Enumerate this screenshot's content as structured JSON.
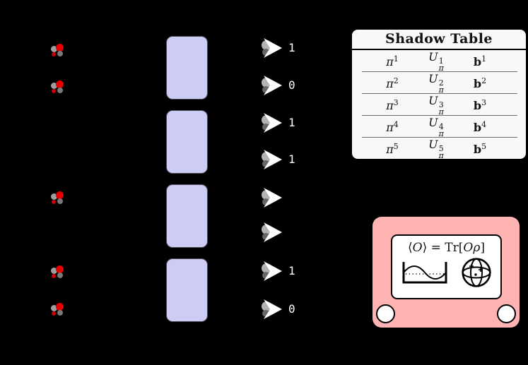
{
  "canvas": {
    "background": "#000000"
  },
  "inputs": {
    "count": 5,
    "molecule_red": "#e60000",
    "molecule_gray": "#9e9e9e"
  },
  "unitary_blocks": {
    "count": 4,
    "fill": "#ccccf5"
  },
  "measurements": {
    "bits": [
      "1",
      "0",
      "1",
      "1",
      "",
      "",
      "1",
      "0"
    ],
    "bit_color": "#ffffff"
  },
  "shadow_table": {
    "title": "Shadow Table",
    "background": "#f8f8f8",
    "rows": [
      {
        "pi": "π",
        "pi_sup": "1",
        "u": "U",
        "u_sub": "π",
        "u_sup": "1",
        "b": "b",
        "b_sup": "1"
      },
      {
        "pi": "π",
        "pi_sup": "2",
        "u": "U",
        "u_sub": "π",
        "u_sup": "2",
        "b": "b",
        "b_sup": "2"
      },
      {
        "pi": "π",
        "pi_sup": "3",
        "u": "U",
        "u_sub": "π",
        "u_sup": "3",
        "b": "b",
        "b_sup": "3"
      },
      {
        "pi": "π",
        "pi_sup": "4",
        "u": "U",
        "u_sub": "π",
        "u_sup": "4",
        "b": "b",
        "b_sup": "4"
      },
      {
        "pi": "π",
        "pi_sup": "5",
        "u": "U",
        "u_sub": "π",
        "u_sup": "5",
        "b": "b",
        "b_sup": "5"
      }
    ]
  },
  "machine": {
    "body_color": "#ffb3b3",
    "screen_color": "#ffffff",
    "formula": {
      "open": "⟨",
      "observable": "O",
      "close": "⟩",
      "equals": " = ",
      "trace_open": "Tr[",
      "observable2": "O",
      "rho": "ρ",
      "bracket_close": "]"
    },
    "icons": {
      "left": "wavefunction-well-icon",
      "right": "bloch-sphere-icon"
    }
  }
}
